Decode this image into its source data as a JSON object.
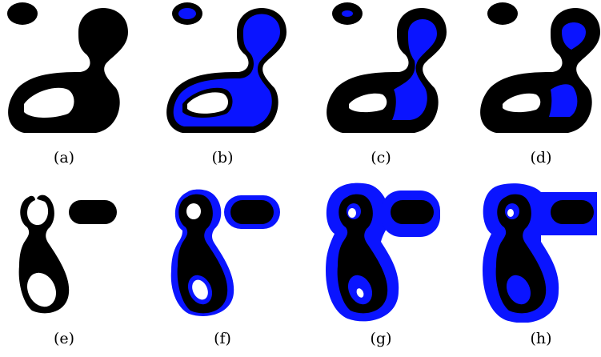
{
  "colors": {
    "shape": "#000000",
    "highlight": "#0a14ff",
    "background": "#ffffff"
  },
  "panels": [
    {
      "id": "a",
      "caption": "(a)"
    },
    {
      "id": "b",
      "caption": "(b)"
    },
    {
      "id": "c",
      "caption": "(c)"
    },
    {
      "id": "d",
      "caption": "(d)"
    },
    {
      "id": "e",
      "caption": "(e)"
    },
    {
      "id": "f",
      "caption": "(f)"
    },
    {
      "id": "g",
      "caption": "(g)"
    },
    {
      "id": "h",
      "caption": "(h)"
    }
  ]
}
